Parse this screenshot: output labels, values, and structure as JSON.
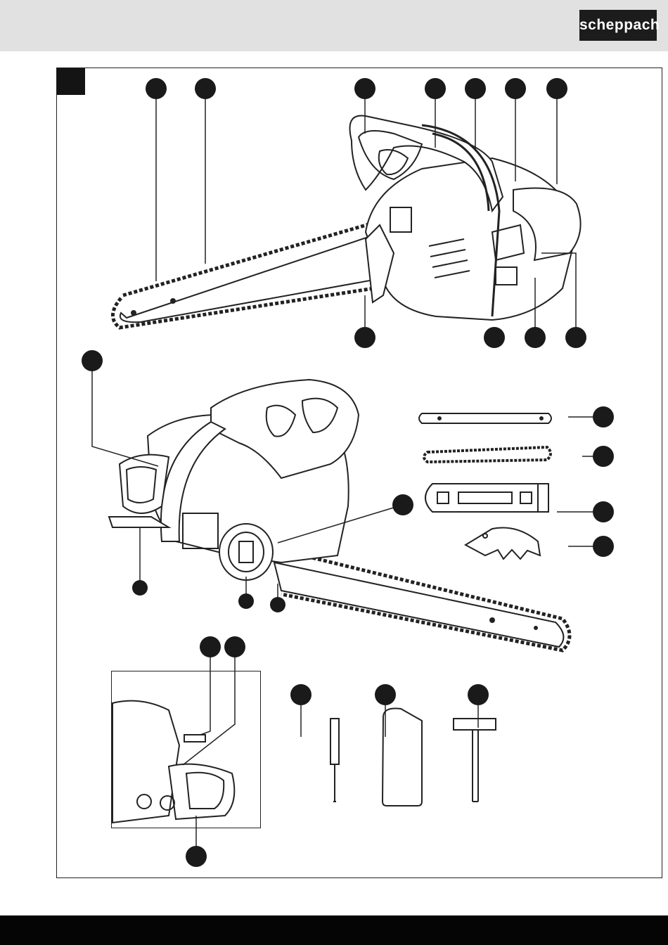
{
  "header": {
    "brand_logo_text": "scheppach"
  },
  "figure": {
    "callout_fill": "#1a1a1a",
    "line_color": "#222222",
    "background_color": "#e1e1e1",
    "footer_color": "#050505"
  },
  "accessories": [
    "guide-bar",
    "saw-chain",
    "bar-cover",
    "bumper-spike",
    "screwdriver",
    "oil-bottle",
    "combination-spanner"
  ]
}
